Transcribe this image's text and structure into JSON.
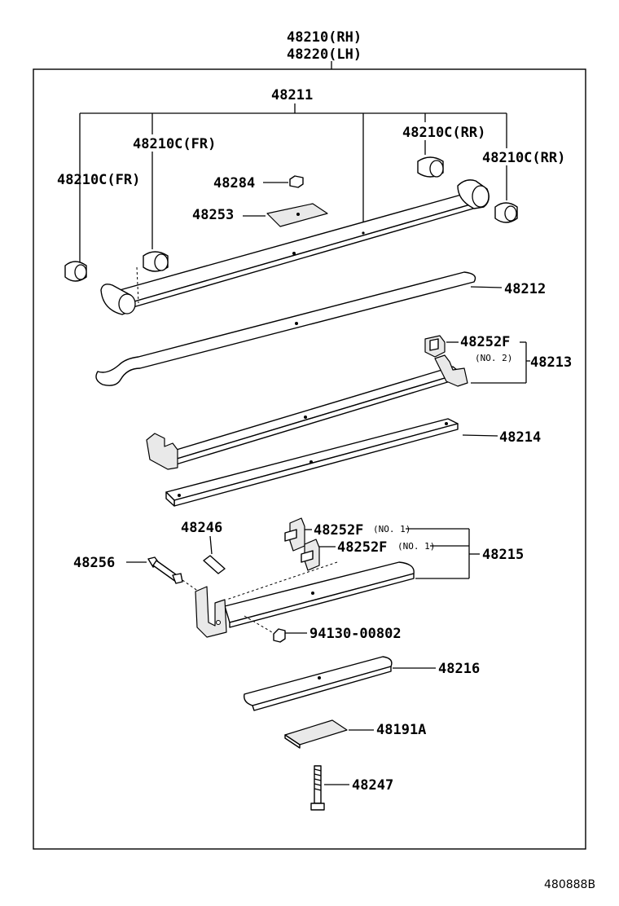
{
  "diagram": {
    "code": "480888B",
    "labels": {
      "assy_rh": "48210(RH)",
      "assy_lh": "48220(LH)",
      "leaf_no1": "48211",
      "bush_fr_upper": "48210C(FR)",
      "bush_fr_lower": "48210C(FR)",
      "bush_rr_upper": "48210C(RR)",
      "bush_rr_lower": "48210C(RR)",
      "nut_top": "48284",
      "plate_top": "48253",
      "leaf_no2": "48212",
      "clip_no2": "48252F",
      "clip_no2_note": "(NO. 2)",
      "leaf_no3": "48213",
      "leaf_no4": "48214",
      "pin": "48246",
      "bolt": "48256",
      "clip_no1_upper": "48252F",
      "clip_no1_upper_note": "(NO. 1)",
      "clip_no1_lower": "48252F",
      "clip_no1_lower_note": "(NO. 1)",
      "leaf_no5": "48215",
      "nut_bottom": "94130-00802",
      "leaf_no6": "48216",
      "spacer": "48191A",
      "center_bolt": "48247"
    }
  }
}
